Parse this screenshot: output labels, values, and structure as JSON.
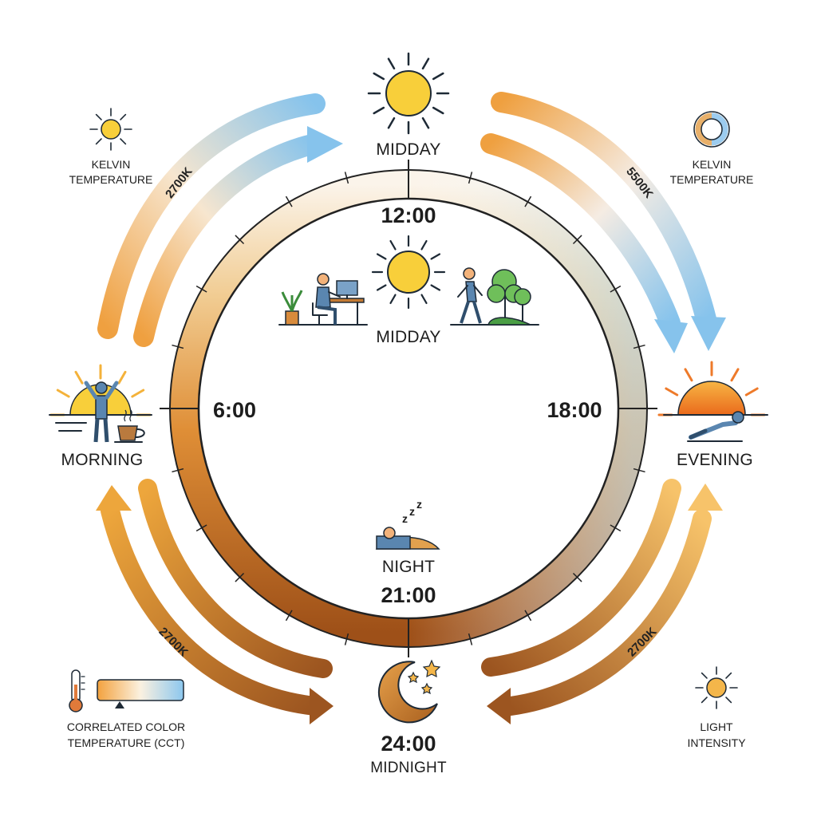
{
  "top": {
    "icon": "sun-icon",
    "label": "MIDDAY"
  },
  "clock": {
    "noon": "12:00",
    "six": "6:00",
    "eighteen": "18:00",
    "twentyone": "21:00",
    "center_label": "MIDDAY",
    "night_label": "NIGHT",
    "night_icon": "sleeping-person-icon",
    "center_icons": [
      "person-at-desk-icon",
      "sun-icon",
      "walking-person-icon",
      "trees-icon"
    ]
  },
  "left": {
    "label": "MORNING",
    "icon": "sunrise-person-coffee-icon"
  },
  "right": {
    "label": "EVENING",
    "icon": "sunset-reclining-person-icon"
  },
  "bottom": {
    "time": "24:00",
    "label": "MIDNIGHT",
    "icon": "moon-stars-icon"
  },
  "arrows": {
    "top_left": "2700K",
    "top_right": "5500K",
    "bottom_left": "2700K",
    "bottom_right": "2700K"
  },
  "legend": {
    "kelvin_left": {
      "line1": "KELVIN",
      "line2": "TEMPERATURE",
      "icon": "sun-icon"
    },
    "kelvin_right": {
      "line1": "KELVIN",
      "line2": "TEMPERATURE",
      "icon": "ring-icon"
    },
    "cct": {
      "line1": "CORRELATED COLOR",
      "line2": "TEMPERATURE (CCT)",
      "icon": "thermometer-icon"
    },
    "intensity": {
      "line1": "LIGHT",
      "line2": "INTENSITY",
      "icon": "sun-icon"
    }
  },
  "colors": {
    "warm": "#e8962e",
    "warm_dark": "#a85a1c",
    "cool": "#8fc8ee",
    "sun": "#f8cf3a",
    "ink": "#1e2a36"
  }
}
